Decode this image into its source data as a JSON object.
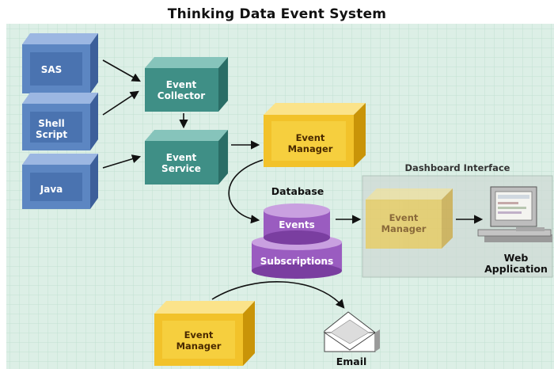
{
  "title": "Thinking Data Event System",
  "sources": {
    "sas": "SAS",
    "shell_line1": "Shell",
    "shell_line2": "Script",
    "java": "Java"
  },
  "collector": {
    "line1": "Event",
    "line2": "Collector"
  },
  "service": {
    "line1": "Event",
    "line2": "Service"
  },
  "manager_main": {
    "line1": "Event",
    "line2": "Manager"
  },
  "database": {
    "heading": "Database",
    "events": "Events",
    "subscriptions": "Subscriptions"
  },
  "dashboard": {
    "caption": "Dashboard Interface",
    "manager_line1": "Event",
    "manager_line2": "Manager",
    "web_line1": "Web",
    "web_line2": "Application"
  },
  "manager_bottom": {
    "line1": "Event",
    "line2": "Manager"
  },
  "email": {
    "label": "Email"
  },
  "colors": {
    "blue": "#5c86c2",
    "teal": "#3f8f86",
    "yellow": "#f2c22a",
    "purple": "#9a5cc0",
    "grid_bg": "#dcf0e8"
  }
}
